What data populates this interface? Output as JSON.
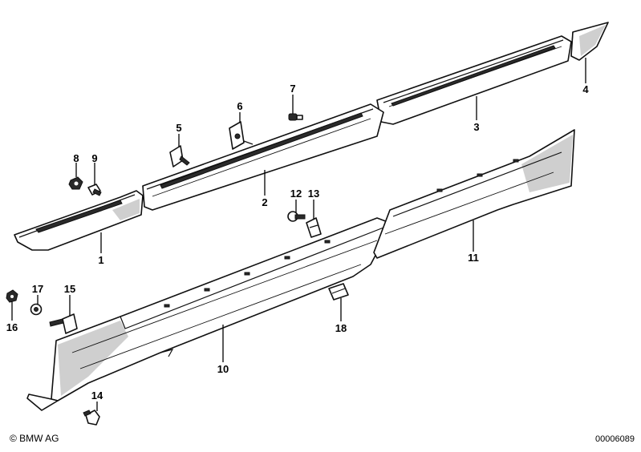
{
  "diagram": {
    "part_labels": [
      "1",
      "2",
      "3",
      "4",
      "5",
      "6",
      "7",
      "8",
      "9",
      "10",
      "11",
      "12",
      "13",
      "14",
      "15",
      "16",
      "17",
      "18"
    ]
  },
  "footer": {
    "copyright": "© BMW AG",
    "drawing_number": "00006089"
  }
}
